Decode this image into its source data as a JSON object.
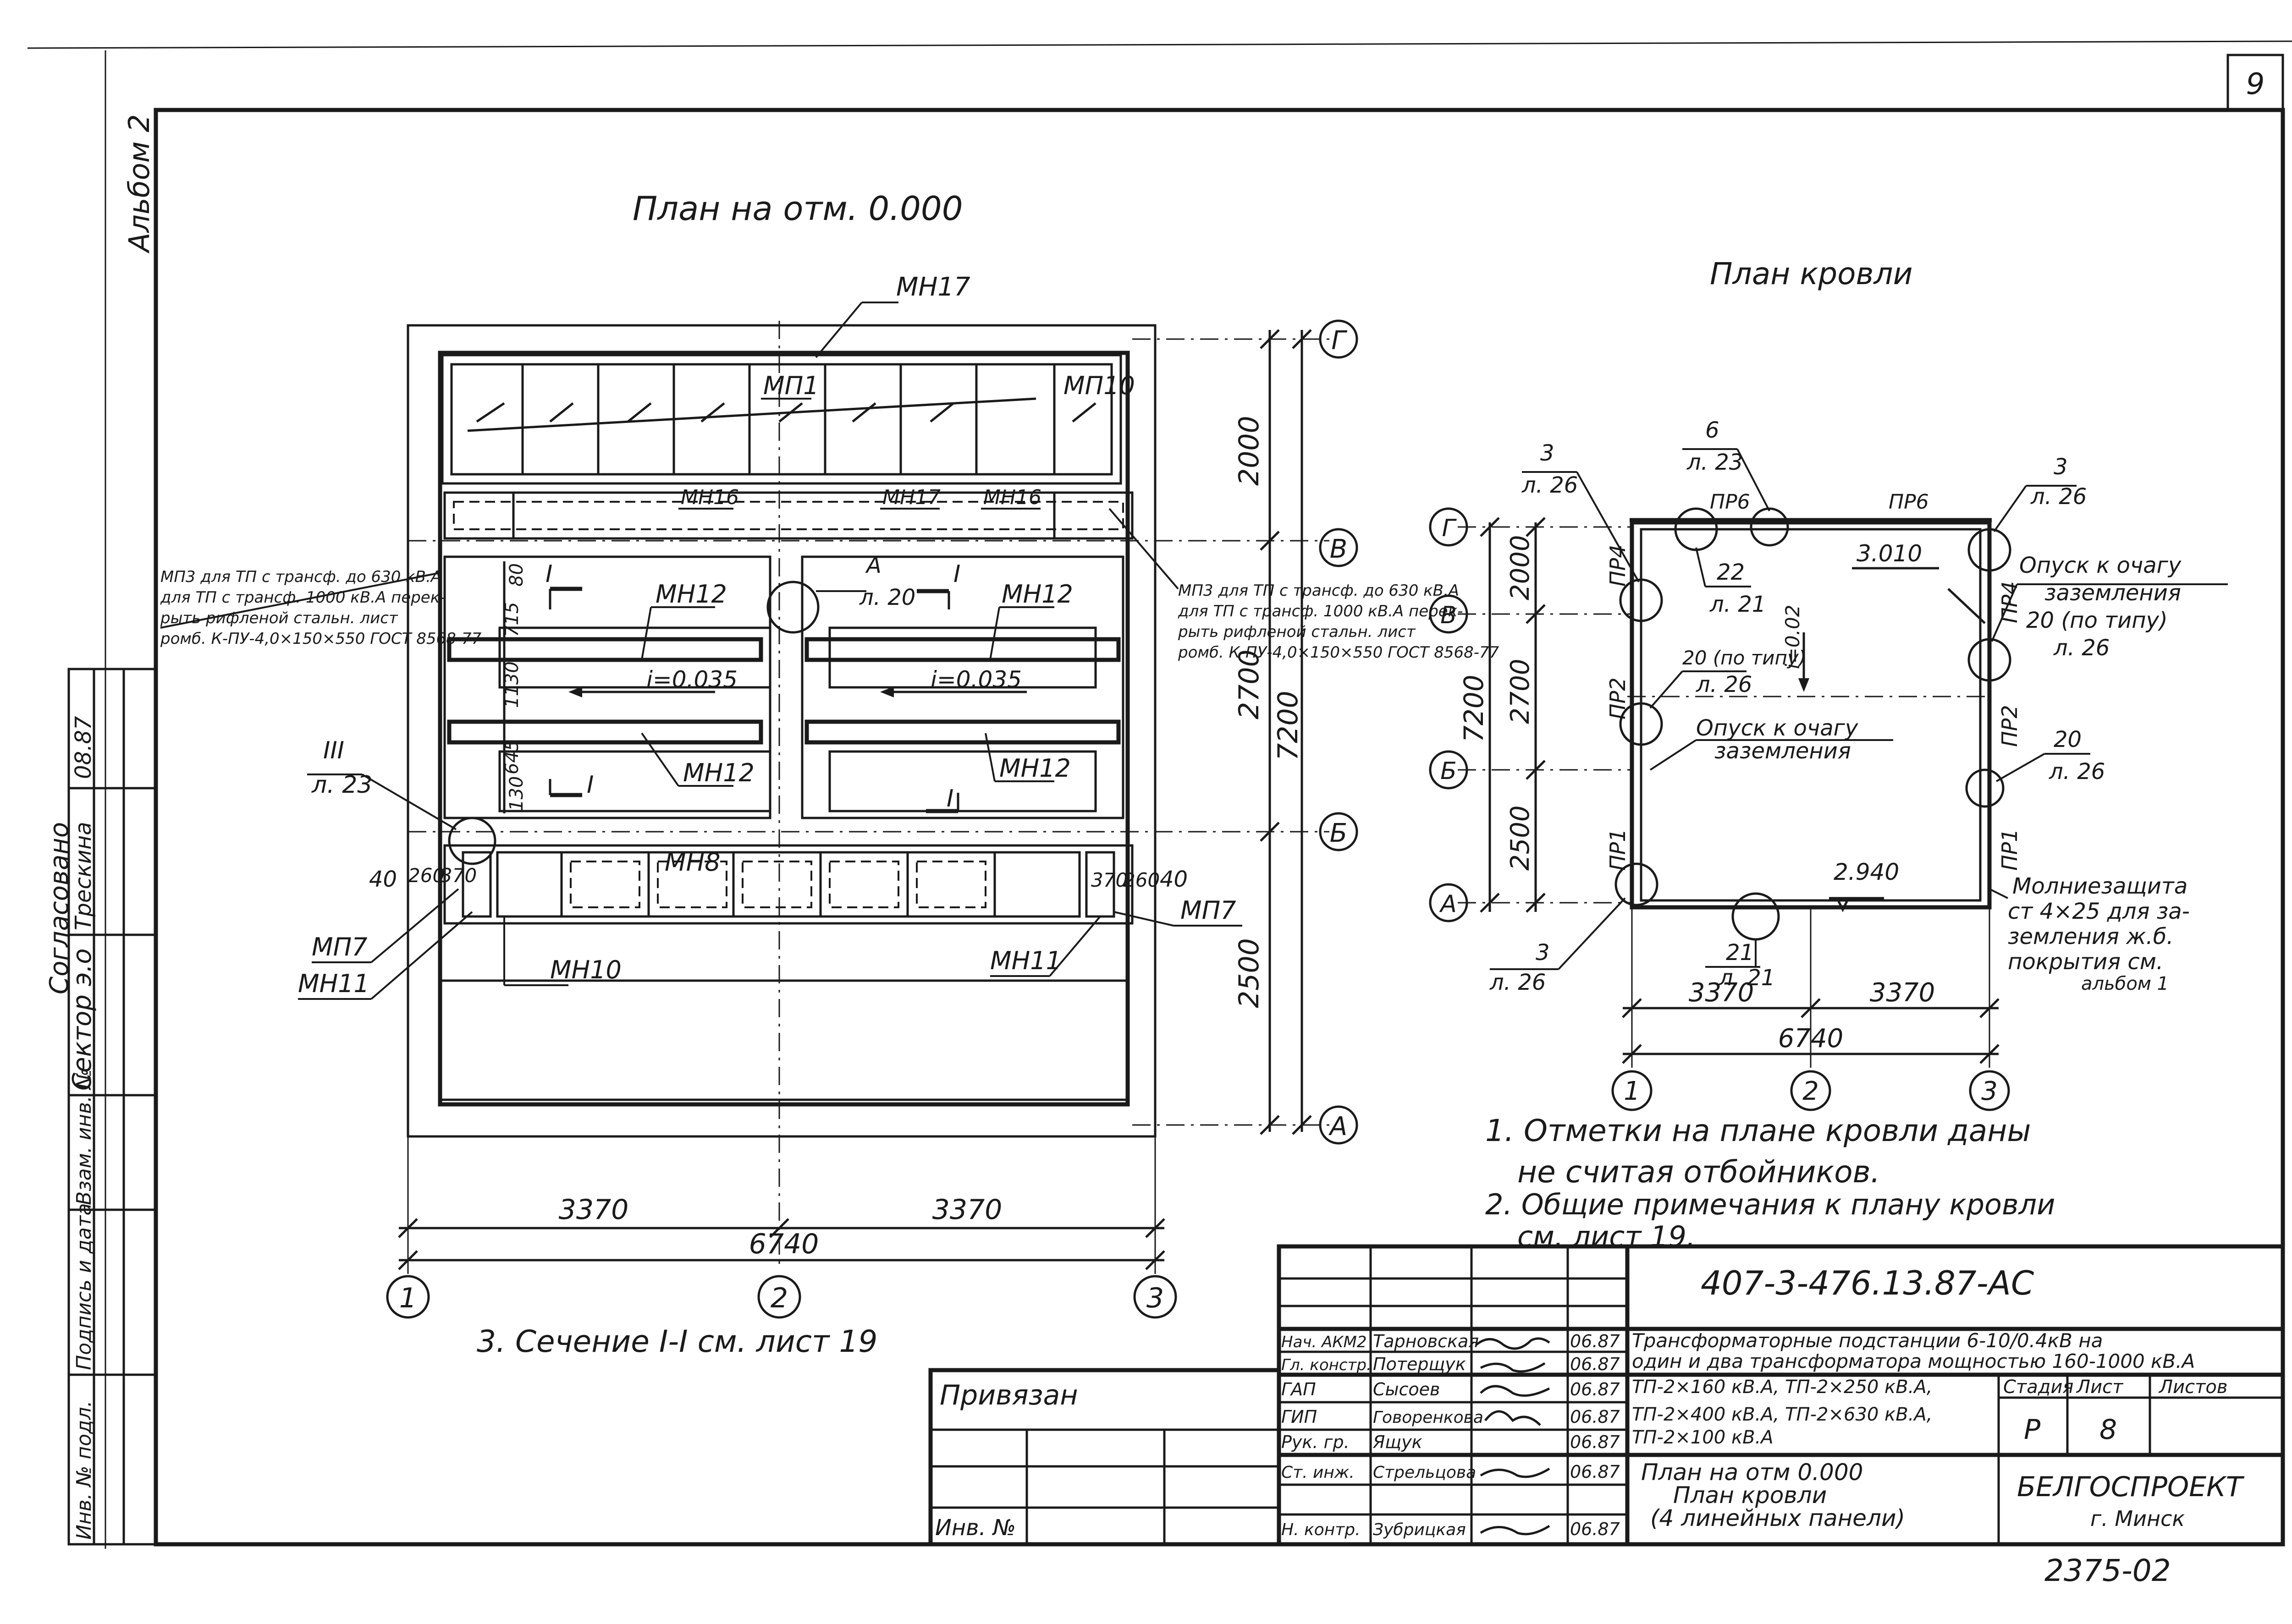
{
  "sheet": {
    "number": "9",
    "album_label": "Альбом 2",
    "bottom_number": "2375-02"
  },
  "left_strip": {
    "agreed": "Согласовано",
    "sector": "Сектор э.о",
    "sign1": "Трескина",
    "date1": "08.87",
    "inv_label": "Инв. № подл.",
    "sign_date_label": "Подпись и дата",
    "replace_label": "Взам. инв. №"
  },
  "plan": {
    "title": "План на отм. 0.000",
    "note3": "3. Сечение I-I см. лист 19",
    "axes_rows": [
      "Г",
      "В",
      "Б",
      "А"
    ],
    "axes_cols": [
      "1",
      "2",
      "3"
    ],
    "dims_right": [
      "2000",
      "2700",
      "2500"
    ],
    "dim_total": "7200",
    "dims_bottom": [
      "3370",
      "3370"
    ],
    "dim_bottom_total": "6740",
    "local_dims": [
      "40",
      "260",
      "370",
      "370",
      "260",
      "40",
      "715",
      "80",
      "130",
      "645",
      "1130"
    ],
    "labels": [
      "МН17",
      "МП1",
      "МП10",
      "МН16",
      "МН17",
      "МН16",
      "МН12",
      "МН12",
      "МН12",
      "МН12",
      "МН8",
      "МП7",
      "МН11",
      "МН10",
      "МН11",
      "МП7"
    ],
    "slopes": [
      "i=0.035",
      "i=0.035"
    ],
    "section_marks": [
      "I",
      "I",
      "I",
      "I"
    ],
    "callout_a_top": "А",
    "callout_a_bottom": "л. 20",
    "callout_iii_top": "III",
    "callout_iii_bottom": "л. 23",
    "note_left": [
      "МП3 для ТП с трансф. до 630 кВ.А",
      "для ТП с трансф. 1000 кВ.А перек-",
      "рыть рифленой стальн. лист",
      "ромб. К-ПУ-4,0×150×550 ГОСТ 8568-77"
    ],
    "note_right": [
      "МП3 для ТП с трансф. до 630 кВ.А",
      "для ТП с трансф. 1000 кВ.А перек-",
      "рыть рифленой стальн. лист",
      "ромб. К-ПУ-4,0×150×550 ГОСТ 8568-77"
    ]
  },
  "roof": {
    "title": "План кровли",
    "axes_rows": [
      "Г",
      "В",
      "Б",
      "А"
    ],
    "axes_cols": [
      "1",
      "2",
      "3"
    ],
    "dims_left": [
      "2000",
      "2700",
      "2500"
    ],
    "dim_total": "7200",
    "dims_bottom": [
      "3370",
      "3370"
    ],
    "dim_bottom_total": "6740",
    "pr_labels": [
      "ПР4",
      "ПР2",
      "ПР1",
      "ПР4",
      "ПР2",
      "ПР1",
      "ПР6",
      "ПР6"
    ],
    "mark_top": "3.010",
    "mark_bottom": "2.940",
    "slope": "i=0.02",
    "callouts": [
      {
        "top": "3",
        "bottom": "л. 26"
      },
      {
        "top": "6",
        "bottom": "л. 23"
      },
      {
        "top": "3",
        "bottom": "л. 26"
      },
      {
        "top": "22",
        "bottom": "л. 21"
      },
      {
        "top": "20 (по типу)",
        "bottom": "л. 26"
      },
      {
        "top": "20",
        "bottom": "л. 26"
      },
      {
        "top": "3",
        "bottom": "л. 26"
      },
      {
        "top": "21",
        "bottom": "л. 21"
      }
    ],
    "callout_opusk_right": [
      "Опуск к очагу",
      "заземления",
      "20 (по типу)",
      "л. 26"
    ],
    "callout_opusk_left": [
      "Опуск к очагу",
      "заземления"
    ],
    "lightning_note": [
      "Молниезащита",
      "ст 4×25 для за-",
      "земления ж.б.",
      "покрытия см.",
      "альбом 1"
    ]
  },
  "notes": [
    "1. Отметки на плане кровли даны",
    "не считая отбойников.",
    "2. Общие примечания к плану кровли",
    "см. лист 19."
  ],
  "title_block": {
    "code": "407-3-476.13.87-АС",
    "project_line1": "Трансформаторные подстанции 6-10/0.4кВ на",
    "project_line2": "один и два трансформатора мощностью 160-1000 кВ.А",
    "variant_lines": [
      "ТП-2×160 кВ.А, ТП-2×250 кВ.А,",
      "ТП-2×400 кВ.А, ТП-2×630 кВ.А,",
      "ТП-2×100 кВ.А"
    ],
    "sheet_title": [
      "План на отм 0.000",
      "План кровли",
      "(4 линейных панели)"
    ],
    "org": "БЕЛГОСПРОЕКТ",
    "city": "г. Минск",
    "stage_header": "Стадия",
    "sheet_header": "Лист",
    "sheets_header": "Листов",
    "stage": "Р",
    "sheet": "8",
    "privyazan": "Привязан",
    "inv": "Инв. №",
    "people": [
      {
        "role": "Нач. АКМ2",
        "name": "Тарновская",
        "date": "06.87"
      },
      {
        "role": "Гл. констр.",
        "name": "Потерщук",
        "date": "06.87"
      },
      {
        "role": "ГАП",
        "name": "Сысоев",
        "date": "06.87"
      },
      {
        "role": "ГИП",
        "name": "Говоренкова",
        "date": "06.87"
      },
      {
        "role": "Рук. гр.",
        "name": "Ящук",
        "date": "06.87"
      },
      {
        "role": "Ст. инж.",
        "name": "Стрельцова",
        "date": "06.87"
      },
      {
        "role": "Н. контр.",
        "name": "Зубрицкая",
        "date": "06.87"
      }
    ]
  }
}
